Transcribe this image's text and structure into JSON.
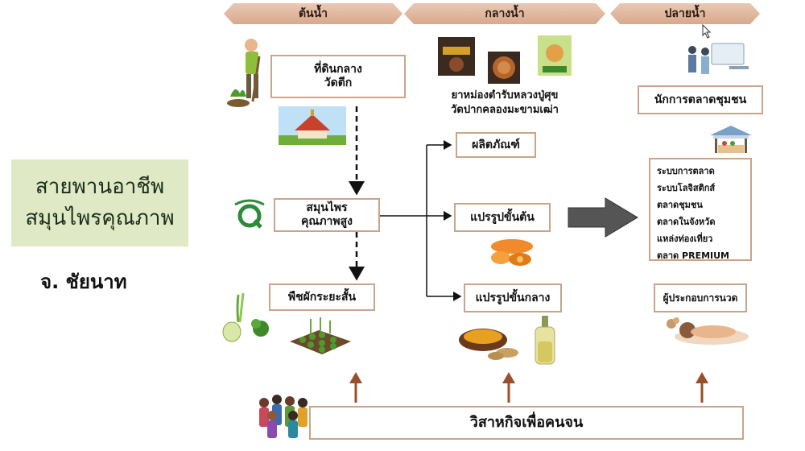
{
  "stages": {
    "upstream": "ต้นน้ำ",
    "midstream": "กลางน้ำ",
    "downstream": "ปลายน้ำ"
  },
  "title": {
    "line1": "สายพานอาชีพ",
    "line2": "สมุนไพรคุณภาพ",
    "province": "จ. ชัยนาท"
  },
  "upstream": {
    "land": {
      "line1": "ที่ดินกลาง",
      "line2": "วัดตีก"
    },
    "herbs": {
      "line1": "สมุนไพร",
      "line2": "คุณภาพสูง"
    },
    "crops": "พืชผักระยะสั้น"
  },
  "midstream": {
    "recipe": {
      "line1": "ยาหม่องตำรับหลวงปู่ศุข",
      "line2": "วัดปากคลองมะขามเฒ่า"
    },
    "products": "ผลิตภัณฑ์",
    "basic_processing": "แปรรูปขั้นต้น",
    "intermediate_processing": "แปรรูปขั้นกลาง"
  },
  "downstream": {
    "marketer": "นักการตลาดชุมชน",
    "markets": [
      "ระบบการตลาด",
      "ระบบโลจิสติกส์",
      "ตลาดชุมชน",
      "ตลาดในจังหวัด",
      "แหล่งท่องเที่ยว",
      "ตลาด PREMIUM"
    ],
    "massage": "ผู้ประกอบการนวด"
  },
  "social_enterprise": "วิสาหกิจเพื่อคนจน",
  "colors": {
    "banner": "#d8a88b",
    "box_border": "#c9a48a",
    "title_bg": "#dfe9c5",
    "up_arrow": "#9a4f2c",
    "big_arrow": "#555555"
  }
}
